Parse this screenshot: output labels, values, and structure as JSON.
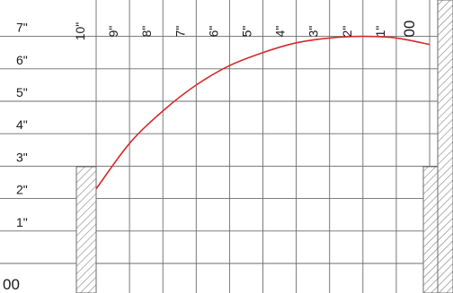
{
  "diagram": {
    "x_labels": [
      "10\"",
      "9\"",
      "8\"",
      "7\"",
      "6\"",
      "5\"",
      "4\"",
      "3\"",
      "2\"",
      "1\"",
      "00"
    ],
    "y_labels": [
      "7\"",
      "6\"",
      "5\"",
      "4\"",
      "3\"",
      "2\"",
      "1\"",
      "00"
    ],
    "x_range": [
      10,
      0
    ],
    "y_range": [
      0,
      7
    ],
    "curve": {
      "color": "#d42a2a",
      "points": [
        {
          "x": 10,
          "y": 2.3
        },
        {
          "x": 9,
          "y": 3.7
        },
        {
          "x": 8,
          "y": 4.7
        },
        {
          "x": 7,
          "y": 5.5
        },
        {
          "x": 6,
          "y": 6.1
        },
        {
          "x": 5,
          "y": 6.5
        },
        {
          "x": 4,
          "y": 6.8
        },
        {
          "x": 3,
          "y": 6.95
        },
        {
          "x": 2,
          "y": 7.0
        },
        {
          "x": 1,
          "y": 6.95
        },
        {
          "x": 0,
          "y": 6.75
        }
      ]
    },
    "grid_color": "#6b6b6b",
    "hatch_color": "#8a8a8a"
  }
}
